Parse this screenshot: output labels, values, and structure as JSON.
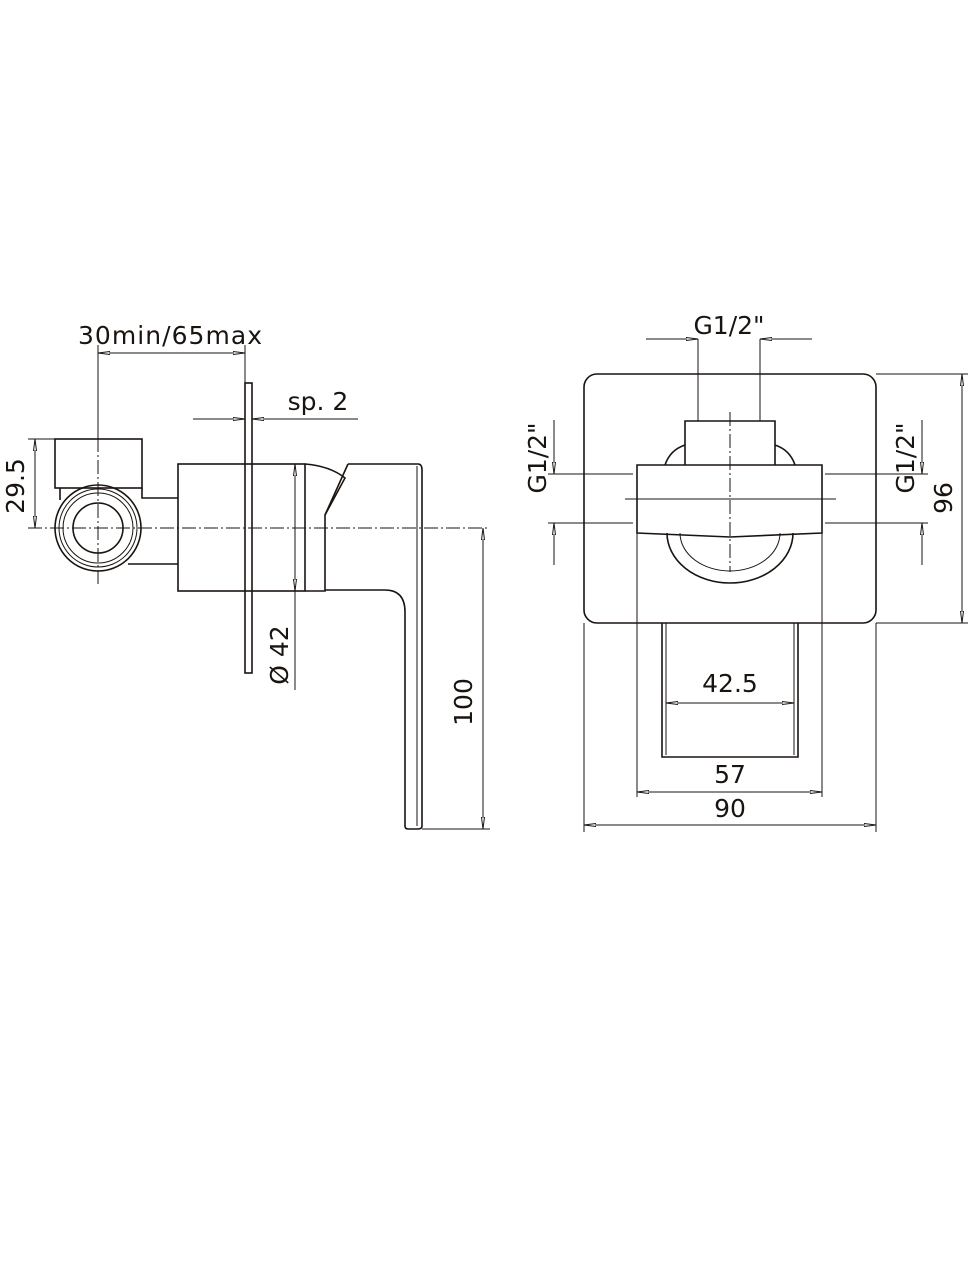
{
  "drawing": {
    "side_view": {
      "depth_dimension": "30min/65max",
      "plate_thickness": "sp. 2",
      "inlet_offset": "29.5",
      "body_diameter": "Ø 42",
      "lever_length": "100"
    },
    "front_view": {
      "top_connection": "G1/2\"",
      "left_connection": "G1/2\"",
      "right_connection": "G1/2\"",
      "plate_height": "96",
      "lever_width": "42.5",
      "body_width": "57",
      "plate_width": "90"
    },
    "line_color": "#1a1410"
  }
}
